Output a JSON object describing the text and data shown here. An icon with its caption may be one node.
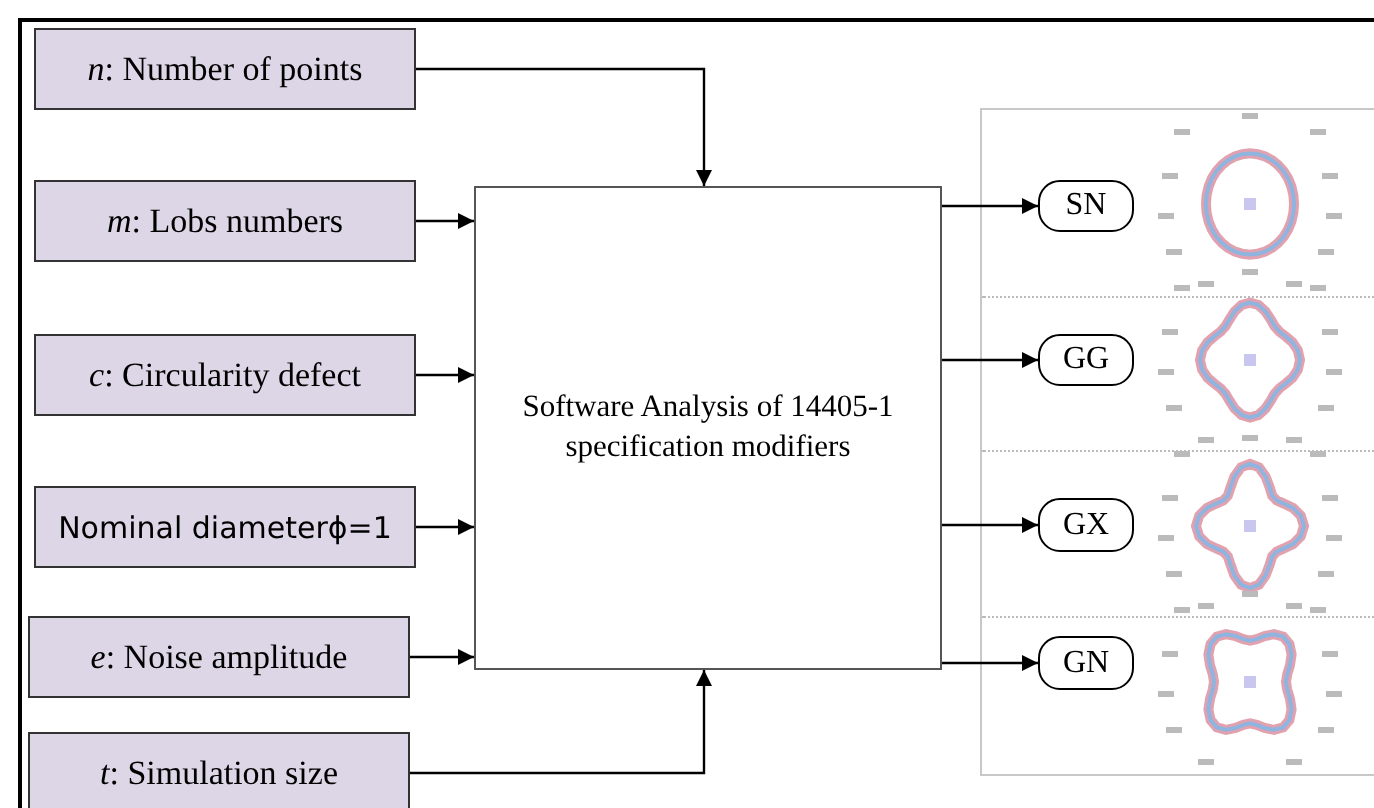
{
  "diagram": {
    "nodes": [
      {
        "text": [
          "*n*: Number of points"
        ]
      },
      {
        "text": [
          "*m*: Lobs numbers"
        ]
      },
      {
        "text": [
          "*c*: Circularity defect"
        ]
      },
      {
        "text": [
          "Nominal diameterϕ=1"
        ]
      },
      {
        "text": [
          "*e*:  Noise amplitude"
        ]
      },
      {
        "text": [
          "*t*:  Simulation size"
        ]
      },
      {
        "text": [
          "Software Analysis of 14405-1 specification modifiers"
        ]
      },
      {
        "text": [
          "SN"
        ]
      },
      {
        "text": [
          "GG"
        ]
      },
      {
        "text": [
          "GX"
        ]
      },
      {
        "text": [
          "GN"
        ]
      }
    ],
    "edges": [
      {
        "from": 0,
        "to": 6,
        "arrow": "to"
      },
      {
        "from": 1,
        "to": 6,
        "arrow": "to"
      },
      {
        "from": 2,
        "to": 6,
        "arrow": "to"
      },
      {
        "from": 3,
        "to": 6,
        "arrow": "to"
      },
      {
        "from": 4,
        "to": 6,
        "arrow": "to"
      },
      {
        "from": 5,
        "to": 6,
        "arrow": "to"
      },
      {
        "from": 6,
        "to": 7,
        "arrow": "to"
      },
      {
        "from": 6,
        "to": 8,
        "arrow": "to"
      },
      {
        "from": 6,
        "to": 9,
        "arrow": "to"
      },
      {
        "from": 6,
        "to": 10,
        "arrow": "to"
      }
    ]
  }
}
